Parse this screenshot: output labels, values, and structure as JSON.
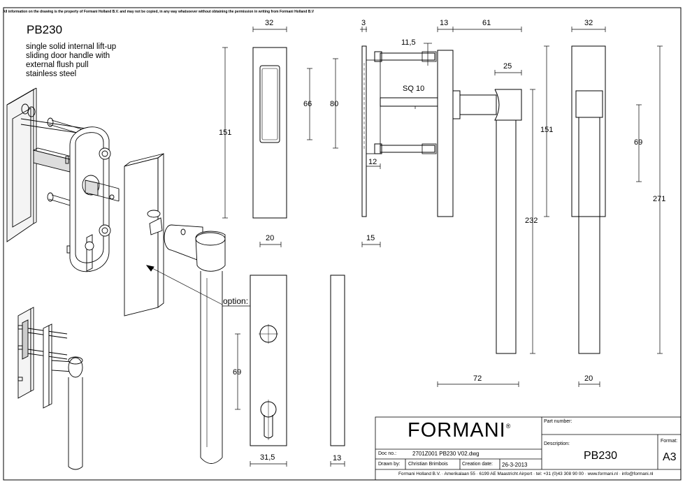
{
  "notice": "All information on the drawing is the property of Formani Holland B.V. and may not be copied, in any way whatsoever without obtaining the permission in writing from Formani Holland B.V",
  "title": "PB230",
  "description": [
    "single solid internal lift-up",
    "sliding door handle with",
    "external flush pull",
    "stainless steel"
  ],
  "option_label": "option:",
  "dimensions": {
    "flush_width": "32",
    "flush_height": "151",
    "recess_66": "66",
    "recess_80": "80",
    "flush_thickness_bottom": "20",
    "plate_69": "69",
    "plate_width": "31,5",
    "plate_thickness": "13",
    "side_3": "3",
    "side_15": "15",
    "bolt_11_5": "11,5",
    "sq_10": "SQ 10",
    "side_12": "12",
    "top_13": "13",
    "top_61": "61",
    "top_25": "25",
    "handle_151": "151",
    "handle_232": "232",
    "handle_72": "72",
    "front_32": "32",
    "front_69": "69",
    "front_271": "271",
    "front_20": "20"
  },
  "titleblock": {
    "brand": "FORMANI",
    "part_number_label": "Part number:",
    "description_label": "Description:",
    "part_number": "PB230",
    "format_label": "Format:",
    "format": "A3",
    "doc_label": "Doc no.:",
    "doc_value": "2701Z001 PB230 V02.dwg",
    "drawn_label": "Drawn by:",
    "drawn_value": "Christian Brimbois",
    "date_label": "Creation date:",
    "date_value": "26-3-2013",
    "footer": "Formani Holland B.V. · Amerikalaan 55 · 6199 AE Maastricht Airport · tel: +31 (0)43 308 90 00 · www.formani.nl · info@formani.nl"
  }
}
